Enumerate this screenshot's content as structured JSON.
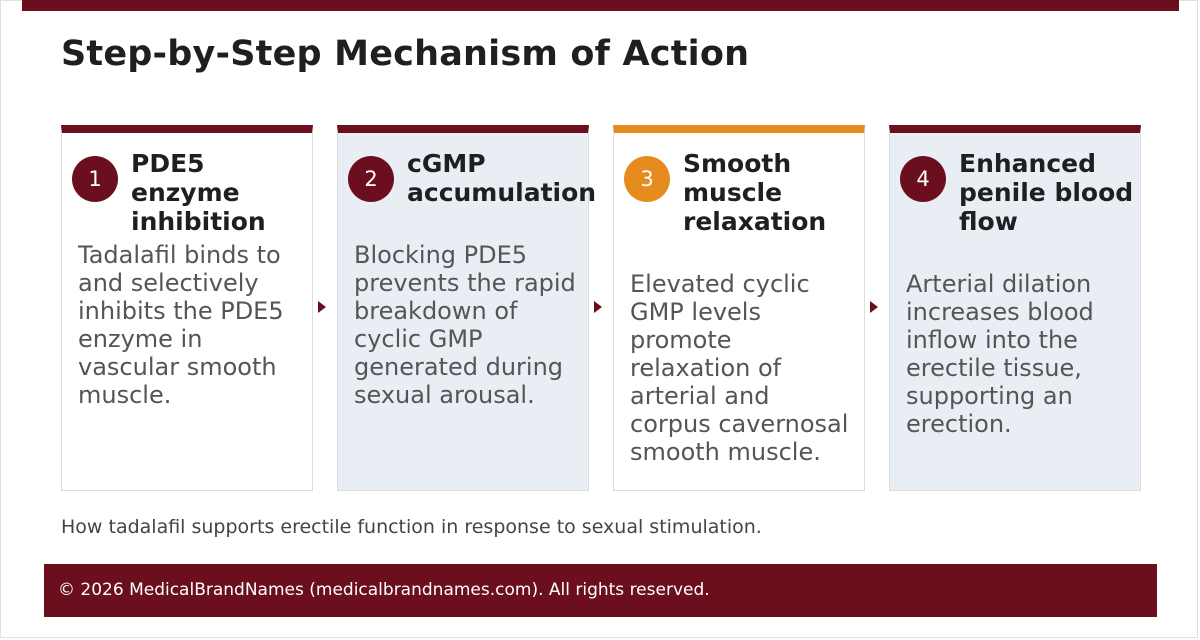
{
  "title": "Step-by-Step Mechanism of Action",
  "steps": [
    {
      "number": "1",
      "title": "PDE5 enzyme inhibition",
      "body": "Tadalafil binds to and selectively inhibits the PDE5 enzyme in vascular smooth muscle."
    },
    {
      "number": "2",
      "title": "cGMP accumulation",
      "body": "Blocking PDE5 prevents the rapid breakdown of cyclic GMP generated during sexual arousal."
    },
    {
      "number": "3",
      "title": "Smooth muscle relaxation",
      "body": "Elevated cyclic GMP levels promote relaxation of arterial and corpus cavernosal smooth muscle."
    },
    {
      "number": "4",
      "title": "Enhanced penile blood flow",
      "body": "Arterial dilation increases blood inflow into the erectile tissue, supporting an erection."
    }
  ],
  "caption": "How tadalafil supports erectile function in response to sexual stimulation.",
  "footer": "© 2026 MedicalBrandNames (medicalbrandnames.com). All rights reserved.",
  "colors": {
    "brand": "#6b0f1e",
    "accent": "#e68c1e",
    "card_tint": "#e9eef5"
  }
}
